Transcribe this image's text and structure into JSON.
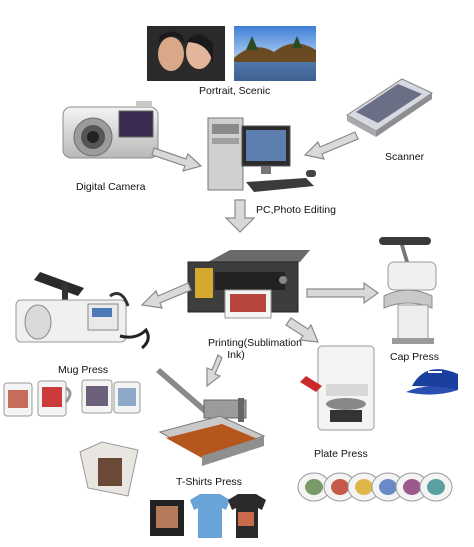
{
  "labels": {
    "source_photos": "Portrait, Scenic",
    "camera": "Digital Camera",
    "scanner": "Scanner",
    "pc": "PC,Photo Editing",
    "printing_line1": "Printing(Sublimation",
    "printing_line2": "Ink)",
    "mug": "Mug Press",
    "cap": "Cap Press",
    "tshirt": "T-Shirts Press",
    "plate": "Plate Press"
  },
  "colors": {
    "arrow_fill": "#d9d9d9",
    "arrow_stroke": "#8a8a8a",
    "device_white": "#f2f2f0",
    "device_grey": "#9a9a9a",
    "printer_dark": "#4a4a4a",
    "heat_plate": "#b5561c",
    "cap_blue": "#1a3f9e"
  },
  "icons": [
    "portrait-photo-icon",
    "scenic-photo-icon",
    "digital-camera-icon",
    "scanner-icon",
    "pc-workstation-icon",
    "sublimation-printer-icon",
    "mug-press-icon",
    "mugs-icon",
    "cap-press-icon",
    "cap-icon",
    "tshirt-press-icon",
    "tshirts-icon",
    "plate-press-icon",
    "plates-icon"
  ]
}
